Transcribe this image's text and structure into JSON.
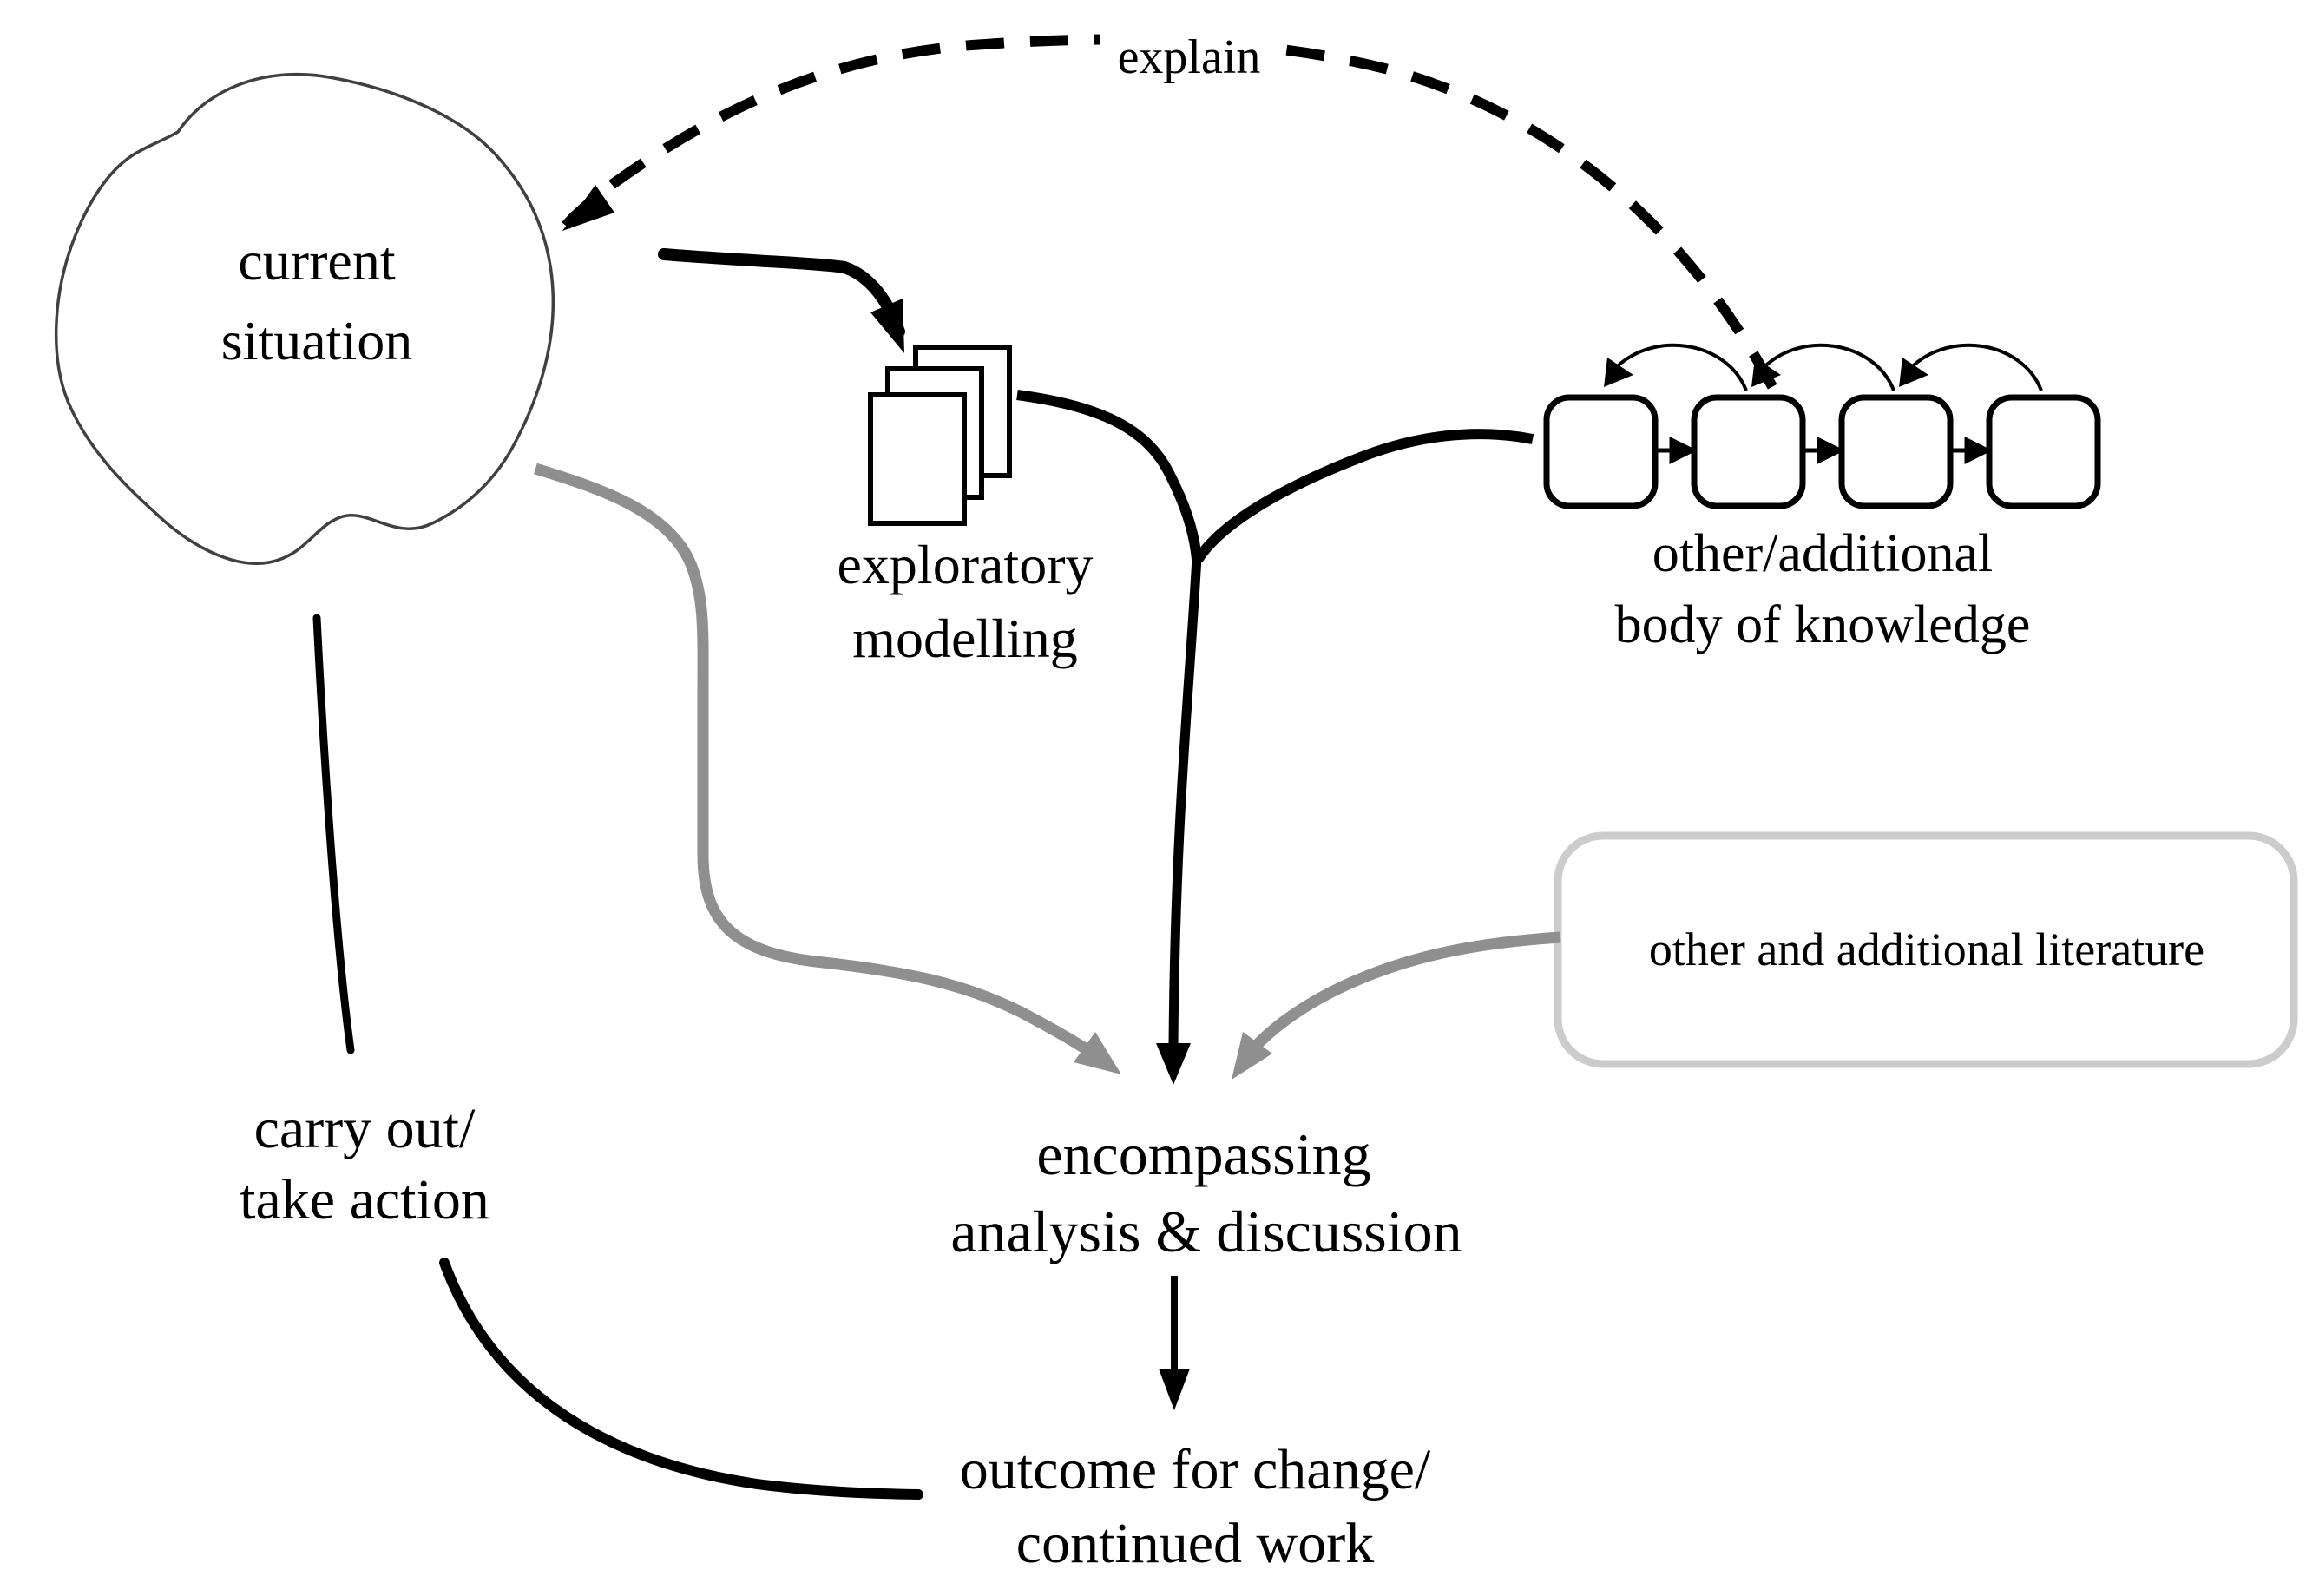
{
  "diagram": {
    "title": "research approach flow diagram",
    "colors": {
      "background": "#ffffff",
      "black_line": "#000000",
      "gray_arrow": "#8f8f8f",
      "literature_box_border": "#cccccc",
      "cloud_outline": "#404040"
    },
    "nodes": {
      "current_situation": {
        "line1": "current",
        "line2": "situation",
        "shape": "cloud"
      },
      "exploratory_modelling": {
        "line1": "exploratory",
        "line2": "modelling",
        "shape": "document-stack"
      },
      "body_of_knowledge": {
        "line1": "other/additional",
        "line2": "body of knowledge",
        "shape": "chained-boxes",
        "box_count": 4
      },
      "literature": {
        "label": "other and additional literature",
        "shape": "gray-rounded-box"
      },
      "encompassing": {
        "line1": "encompassing",
        "line2": "analysis & discussion",
        "shape": "text-only"
      },
      "carry_out": {
        "line1": "carry out/",
        "line2": "take action",
        "shape": "text-only"
      },
      "outcome": {
        "line1": "outcome for change/",
        "line2": "continued work",
        "shape": "text-only"
      }
    },
    "edges": {
      "explain_label": "explain",
      "explain_style": "dashed, arrow to cloud",
      "black_merge": "exploratory modelling + body of knowledge merge into encompassing analysis & discussion",
      "gray_inputs": "current situation + literature feed encompassing analysis & discussion",
      "action_branch": "current situation -> carry out/take action -> outcome",
      "final": "encompassing analysis & discussion -> outcome for change/continued work"
    }
  }
}
